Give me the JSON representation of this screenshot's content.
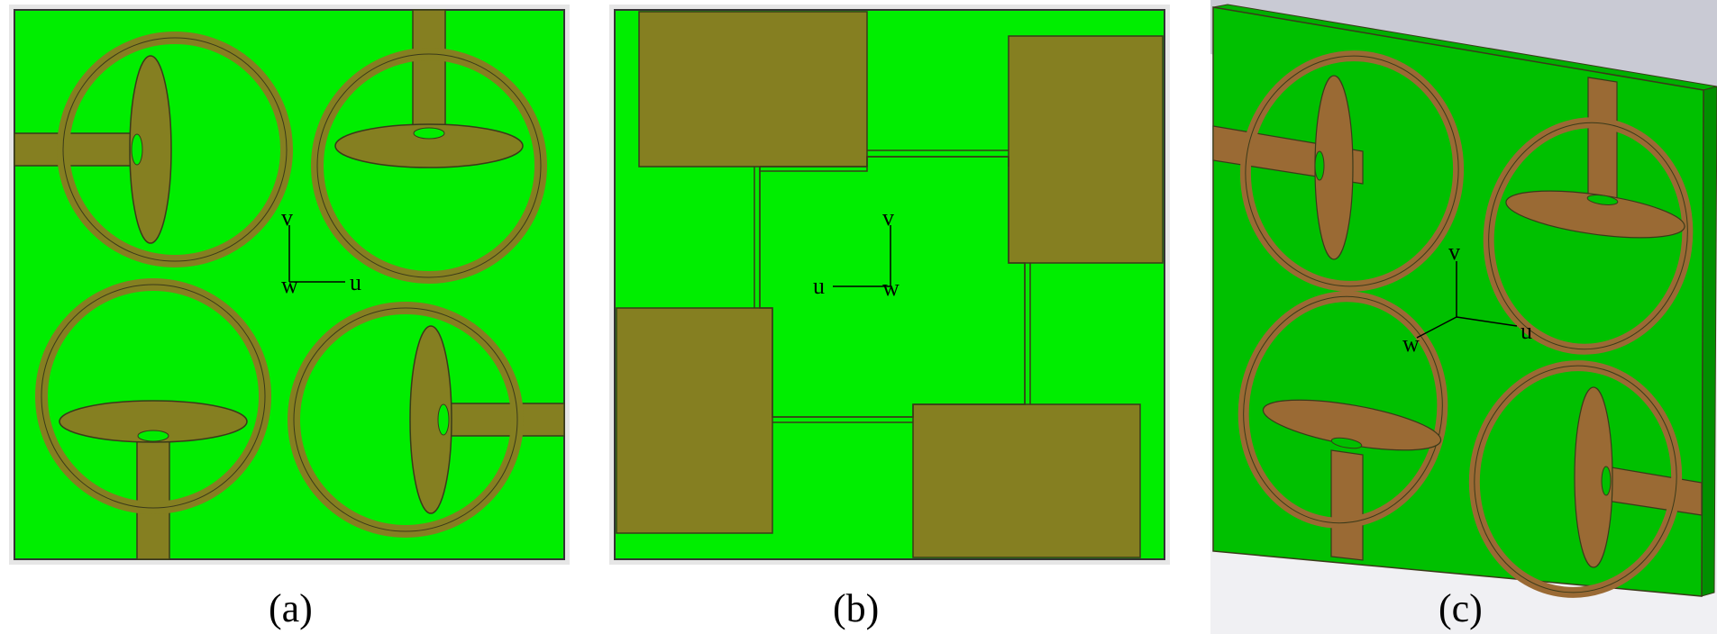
{
  "panels": [
    {
      "id": "a",
      "caption": "(a)",
      "axes": {
        "v": "v",
        "u": "u",
        "w": "w"
      }
    },
    {
      "id": "b",
      "caption": "(b)",
      "axes": {
        "v": "v",
        "u": "u",
        "w": "w"
      }
    },
    {
      "id": "c",
      "caption": "(c)",
      "axes": {
        "v": "v",
        "u": "u",
        "w": "w"
      }
    }
  ],
  "colors": {
    "substrate": "#00ee00",
    "substrate_3d": "#00c000",
    "metal": "#857f21",
    "metal_3d": "#9a6a34",
    "outline": "#3a3a1a",
    "background_3d": "#c8c8d2"
  }
}
